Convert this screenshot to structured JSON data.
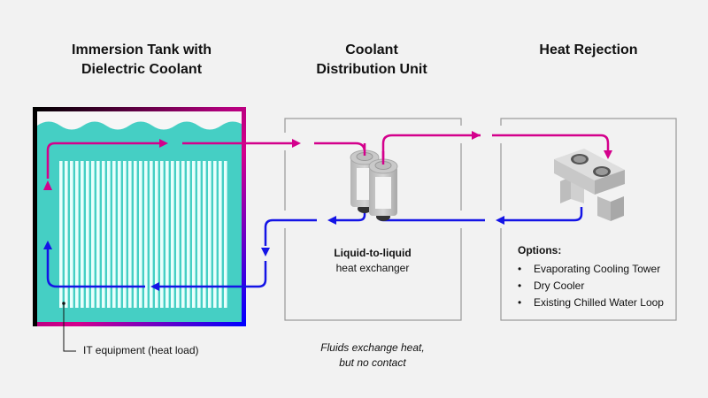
{
  "sections": [
    {
      "id": "tank",
      "title": "Immersion Tank with Dielectric Coolant",
      "title_lines": [
        "Immersion Tank with",
        "Dielectric Coolant"
      ]
    },
    {
      "id": "cdu",
      "title": "Coolant Distribution Unit",
      "title_lines": [
        "Coolant",
        "Distribution Unit"
      ]
    },
    {
      "id": "rejection",
      "title": "Heat Rejection",
      "title_lines": [
        "Heat Rejection"
      ]
    }
  ],
  "labels": {
    "it_equipment": "IT equipment (heat load)",
    "heat_exchanger_bold": "Liquid-to-liquid",
    "heat_exchanger_rest": "heat exchanger",
    "note_line1": "Fluids exchange heat,",
    "note_line2": "but no contact",
    "options_heading": "Options:"
  },
  "options": [
    "Evaporating Cooling Tower",
    "Dry Cooler",
    "Existing Chilled Water Loop"
  ],
  "colors": {
    "hot": "#d4008c",
    "cold": "#1414e6",
    "coolant": "#45cfc4",
    "fins": "#e8fffc",
    "frame": "#999999",
    "background": "#f2f2f2"
  },
  "icons": {
    "heat_exchanger": "dual-cylinder-heat-exchanger-icon",
    "cooling_unit": "cooling-tower-icon"
  }
}
